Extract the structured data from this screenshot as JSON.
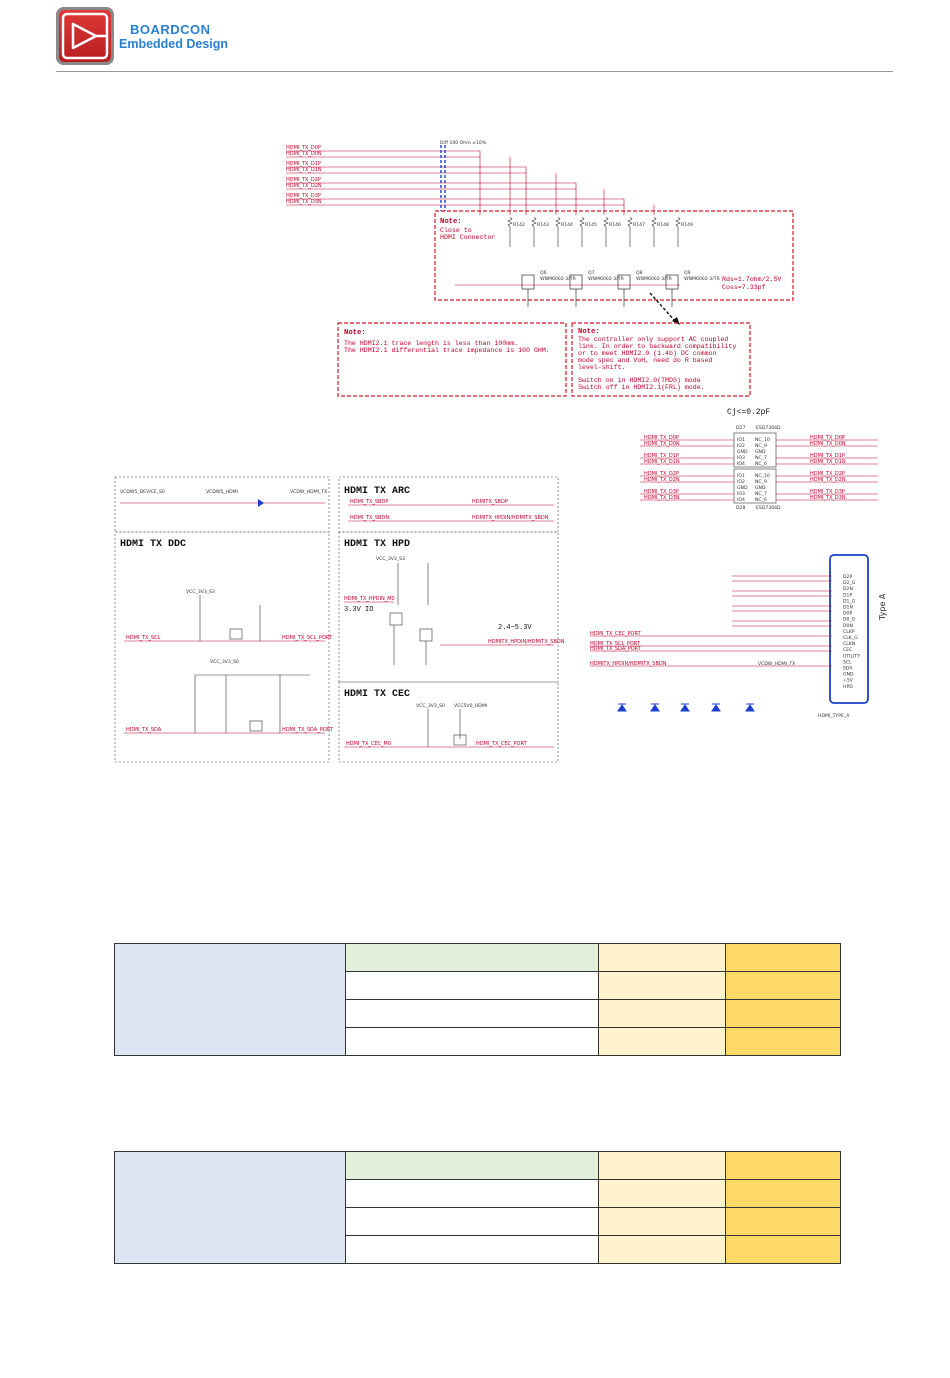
{
  "header": {
    "brand_line1": "BOARDCON",
    "brand_line2": "Embedded Design"
  },
  "schematic": {
    "sections": {
      "arc": "HDMI TX ARC",
      "ddc": "HDMI TX DDC",
      "hpd": "HDMI TX HPD",
      "cec": "HDMI TX CEC"
    },
    "note1": {
      "title": "Note:",
      "lines": [
        "Close to",
        "HDMI Connector"
      ]
    },
    "note2": {
      "title": "Note:",
      "lines": [
        "The HDMI2.1 trace length is less than 100mm.",
        "The HDMI2.1 differential trace impedance is 100 OHM."
      ]
    },
    "note3": {
      "title": "Note:",
      "lines": [
        "The controller only support AC coupled",
        "link. In order to backward compatibility",
        "or to meet HDMI2.0 (1.4b) DC common",
        "mode spec and VoH, need do R based",
        "level-shift.",
        "",
        "Switch on in HDMI2.0(TMDS) mode",
        "Switch off in HDMI2.1(FRL) mode."
      ]
    },
    "rds_note": [
      "Rds=1.7ohm/2.5V",
      "Coss=7.33pf"
    ],
    "cj_note": "Cj<=0.2pF",
    "diff_note": "Diff 100 Ohm ±10%",
    "hpd_voltage_in": "3.3V IO",
    "hpd_voltage_out": "2.4~5.3V",
    "connector_type": "Type A",
    "connector_ref": "HDMI_TYPE_A",
    "tx_nets": [
      "HDMI_TX_D0P",
      "HDMI_TX_D0N",
      "HDMI_TX_D1P",
      "HDMI_TX_D1N",
      "HDMI_TX_D2P",
      "HDMI_TX_D2N",
      "HDMI_TX_D3P",
      "HDMI_TX_D3N"
    ],
    "mosfets": [
      {
        "ref": "Q6",
        "part": "WNM6002-3/TR"
      },
      {
        "ref": "Q7",
        "part": "WNM6002-3/TR"
      },
      {
        "ref": "Q8",
        "part": "WNM6002-3/TR"
      },
      {
        "ref": "Q9",
        "part": "WNM6002-3/TR"
      }
    ],
    "resistors": [
      "R142",
      "R143",
      "R144",
      "R145",
      "R146",
      "R147",
      "R148",
      "R149"
    ],
    "esd_parts": {
      "top": "ESD7304D",
      "bottom": "ESD7304D",
      "top_ref": "D27",
      "bottom_ref": "D28"
    },
    "esd_pins_left": [
      "IO1",
      "IO2",
      "GND",
      "IO3",
      "IO4"
    ],
    "esd_pins_right": [
      "NC_10",
      "NC_9",
      "GND",
      "NC_7",
      "NC_6"
    ],
    "connector_pins": [
      "D2P",
      "D2_G",
      "D2N",
      "D1P",
      "D1_G",
      "D1N",
      "D0P",
      "D0_G",
      "D0N",
      "CLKP",
      "CLK_G",
      "CLKN",
      "CEC",
      "UTILITY",
      "SCL",
      "SDA",
      "GND",
      "+5V",
      "HPD"
    ],
    "connector_nets": [
      "HDMI_TX_CEC_PORT",
      "HDMI_TX_SCL_PORT",
      "HDMI_TX_SDA_PORT",
      "HDMITX_HPDIN/HDMITX_SBDN",
      "VCDW_HDMI_TX"
    ],
    "ddc_nets": [
      "VCDW5_DEVICE_S0",
      "VCDW5_HDMI",
      "VCDW_HDMI_TX",
      "HDMI_TX_SCL",
      "HDMI_TX_SCL_PORT",
      "HDMI_TX_SDA",
      "HDMI_TX_SDA_PORT",
      "VCC_3V3_S3",
      "VCC_3V3_S0"
    ],
    "arc_nets": [
      "HDMI_TX_SBDP",
      "HDMI_TX_SBDN",
      "HDMITX_SBDP",
      "HDMITX_HPDIN/HDMITX_SBDN"
    ],
    "hpd_nets": [
      "VCC_3V3_S3",
      "HDMI_TX_HPDIN_M0",
      "HDMITX_HPDIN/HDMITX_SBDN"
    ],
    "cec_nets": [
      "VCC_3V3_S0",
      "VCC5V0_HDMI",
      "HDMI_TX_CEC_M0",
      "HDMI_TX_CEC_PORT"
    ]
  },
  "tables": [
    {
      "rows": 4
    },
    {
      "rows": 4
    }
  ],
  "colors": {
    "accent_blue": "#2a7fd0",
    "note_red": "#c0002a",
    "cell_blue": "#dce6f2",
    "cell_green": "#e2efd9",
    "cell_cream": "#fff2cc",
    "cell_gold": "#ffd966"
  }
}
